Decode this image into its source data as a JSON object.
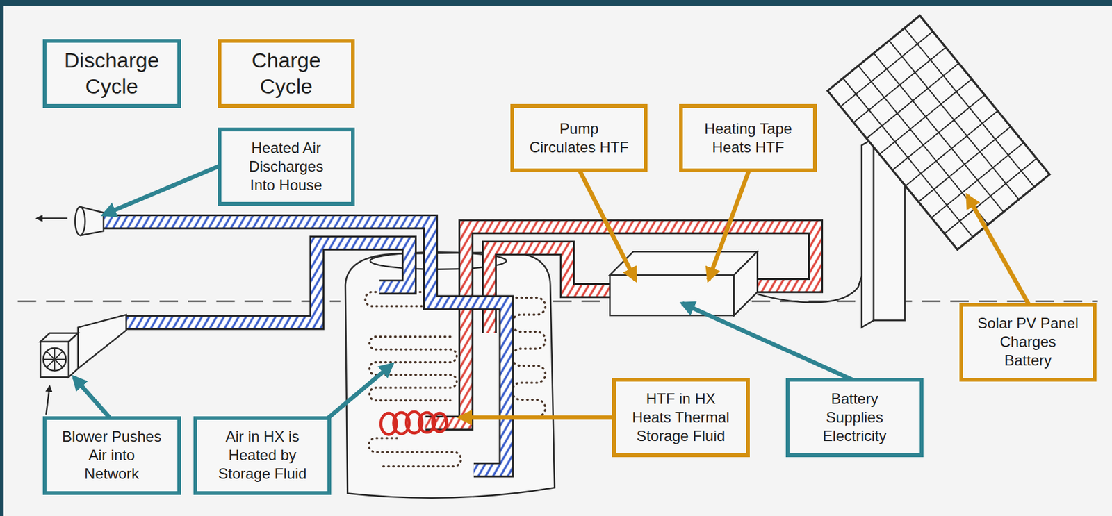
{
  "diagram": {
    "nodes": [
      {
        "text": [
          "Discharge Cycle"
        ]
      },
      {
        "text": [
          "Charge Cycle"
        ]
      },
      {
        "text": [
          "Heated Air Discharges Into House"
        ]
      },
      {
        "text": [
          "Pump Circulates HTF"
        ]
      },
      {
        "text": [
          "Heating Tape Heats HTF"
        ]
      },
      {
        "text": [
          "Solar PV Panel Charges Battery"
        ]
      },
      {
        "text": [
          "HTF in HX Heats Thermal Storage Fluid"
        ]
      },
      {
        "text": [
          "Battery Supplies Electricity"
        ]
      },
      {
        "text": [
          "Blower Pushes Air into Network"
        ]
      },
      {
        "text": [
          "Air in HX is Heated by Storage Fluid"
        ]
      }
    ]
  }
}
